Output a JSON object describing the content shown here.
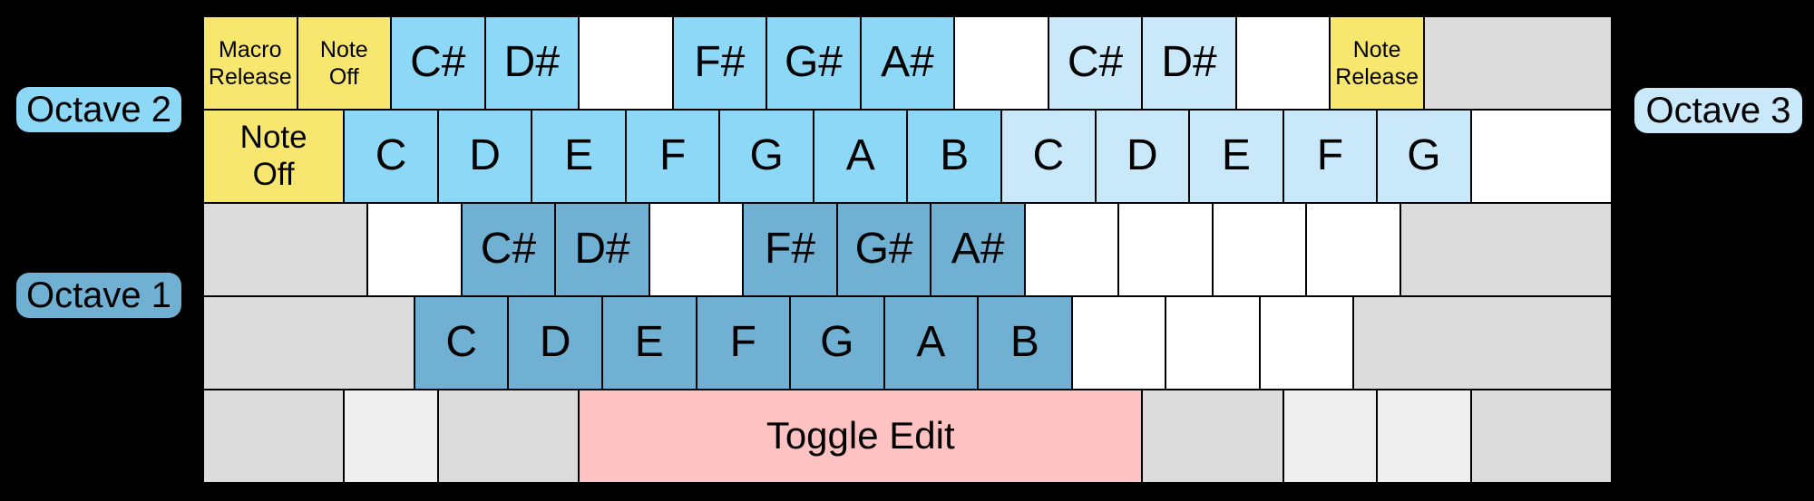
{
  "legend": {
    "octave1": "Octave 1",
    "octave2": "Octave 2",
    "octave3": "Octave 3"
  },
  "colors": {
    "background": "#000000",
    "yellow": "#F8E76E",
    "octave1_blue": "#6FB0D3",
    "octave2_blue": "#8DD7F7",
    "octave3_blue": "#C9E8FA",
    "pink": "#FFC2C3",
    "gray": "#DCDCDC",
    "light_gray": "#EFEFEF",
    "white": "#FFFFFF"
  },
  "keyboard": {
    "rows": [
      {
        "name": "number-row",
        "keys": [
          {
            "name": "key-macro-release",
            "label": "Macro\nRelease",
            "color": "yellow",
            "w": 1,
            "size": "xs"
          },
          {
            "name": "key-note-off-num",
            "label": "Note\nOff",
            "color": "yellow",
            "w": 1,
            "size": "xs"
          },
          {
            "name": "key-note-csharp-oct2",
            "label": "C#",
            "color": "octave2_blue",
            "w": 1
          },
          {
            "name": "key-note-dsharp-oct2",
            "label": "D#",
            "color": "octave2_blue",
            "w": 1
          },
          {
            "name": "key-unmapped",
            "label": "",
            "color": "white",
            "w": 1
          },
          {
            "name": "key-note-fsharp-oct2",
            "label": "F#",
            "color": "octave2_blue",
            "w": 1
          },
          {
            "name": "key-note-gsharp-oct2",
            "label": "G#",
            "color": "octave2_blue",
            "w": 1
          },
          {
            "name": "key-note-asharp-oct2",
            "label": "A#",
            "color": "octave2_blue",
            "w": 1
          },
          {
            "name": "key-unmapped",
            "label": "",
            "color": "white",
            "w": 1
          },
          {
            "name": "key-note-csharp-oct3",
            "label": "C#",
            "color": "octave3_blue",
            "w": 1
          },
          {
            "name": "key-note-dsharp-oct3",
            "label": "D#",
            "color": "octave3_blue",
            "w": 1
          },
          {
            "name": "key-unmapped",
            "label": "",
            "color": "white",
            "w": 1
          },
          {
            "name": "key-note-release",
            "label": "Note\nRelease",
            "color": "yellow",
            "w": 1,
            "size": "xs"
          },
          {
            "name": "key-backspace-unmapped",
            "label": "",
            "color": "gray",
            "w": 2
          }
        ]
      },
      {
        "name": "qwerty-row",
        "keys": [
          {
            "name": "key-note-off-tab",
            "label": "Note\nOff",
            "color": "yellow",
            "w": 1.5,
            "size": "sm"
          },
          {
            "name": "key-note-c-oct2",
            "label": "C",
            "color": "octave2_blue",
            "w": 1
          },
          {
            "name": "key-note-d-oct2",
            "label": "D",
            "color": "octave2_blue",
            "w": 1
          },
          {
            "name": "key-note-e-oct2",
            "label": "E",
            "color": "octave2_blue",
            "w": 1
          },
          {
            "name": "key-note-f-oct2",
            "label": "F",
            "color": "octave2_blue",
            "w": 1
          },
          {
            "name": "key-note-g-oct2",
            "label": "G",
            "color": "octave2_blue",
            "w": 1
          },
          {
            "name": "key-note-a-oct2",
            "label": "A",
            "color": "octave2_blue",
            "w": 1
          },
          {
            "name": "key-note-b-oct2",
            "label": "B",
            "color": "octave2_blue",
            "w": 1
          },
          {
            "name": "key-note-c-oct3",
            "label": "C",
            "color": "octave3_blue",
            "w": 1
          },
          {
            "name": "key-note-d-oct3",
            "label": "D",
            "color": "octave3_blue",
            "w": 1
          },
          {
            "name": "key-note-e-oct3",
            "label": "E",
            "color": "octave3_blue",
            "w": 1
          },
          {
            "name": "key-note-f-oct3",
            "label": "F",
            "color": "octave3_blue",
            "w": 1
          },
          {
            "name": "key-note-g-oct3",
            "label": "G",
            "color": "octave3_blue",
            "w": 1
          },
          {
            "name": "key-unmapped",
            "label": "",
            "color": "white",
            "w": 1.5
          }
        ]
      },
      {
        "name": "home-row",
        "keys": [
          {
            "name": "key-capslock-unmapped",
            "label": "",
            "color": "gray",
            "w": 1.75
          },
          {
            "name": "key-unmapped",
            "label": "",
            "color": "white",
            "w": 1
          },
          {
            "name": "key-note-csharp-oct1",
            "label": "C#",
            "color": "octave1_blue",
            "w": 1
          },
          {
            "name": "key-note-dsharp-oct1",
            "label": "D#",
            "color": "octave1_blue",
            "w": 1
          },
          {
            "name": "key-unmapped",
            "label": "",
            "color": "white",
            "w": 1
          },
          {
            "name": "key-note-fsharp-oct1",
            "label": "F#",
            "color": "octave1_blue",
            "w": 1
          },
          {
            "name": "key-note-gsharp-oct1",
            "label": "G#",
            "color": "octave1_blue",
            "w": 1
          },
          {
            "name": "key-note-asharp-oct1",
            "label": "A#",
            "color": "octave1_blue",
            "w": 1
          },
          {
            "name": "key-unmapped",
            "label": "",
            "color": "white",
            "w": 1
          },
          {
            "name": "key-unmapped",
            "label": "",
            "color": "white",
            "w": 1
          },
          {
            "name": "key-unmapped",
            "label": "",
            "color": "white",
            "w": 1
          },
          {
            "name": "key-unmapped",
            "label": "",
            "color": "white",
            "w": 1
          },
          {
            "name": "key-enter-unmapped",
            "label": "",
            "color": "gray",
            "w": 2.25
          }
        ]
      },
      {
        "name": "zxcv-row",
        "keys": [
          {
            "name": "key-lshift-unmapped",
            "label": "",
            "color": "gray",
            "w": 2.25
          },
          {
            "name": "key-note-c-oct1",
            "label": "C",
            "color": "octave1_blue",
            "w": 1
          },
          {
            "name": "key-note-d-oct1",
            "label": "D",
            "color": "octave1_blue",
            "w": 1
          },
          {
            "name": "key-note-e-oct1",
            "label": "E",
            "color": "octave1_blue",
            "w": 1
          },
          {
            "name": "key-note-f-oct1",
            "label": "F",
            "color": "octave1_blue",
            "w": 1
          },
          {
            "name": "key-note-g-oct1",
            "label": "G",
            "color": "octave1_blue",
            "w": 1
          },
          {
            "name": "key-note-a-oct1",
            "label": "A",
            "color": "octave1_blue",
            "w": 1
          },
          {
            "name": "key-note-b-oct1",
            "label": "B",
            "color": "octave1_blue",
            "w": 1
          },
          {
            "name": "key-unmapped",
            "label": "",
            "color": "white",
            "w": 1
          },
          {
            "name": "key-unmapped",
            "label": "",
            "color": "white",
            "w": 1
          },
          {
            "name": "key-unmapped",
            "label": "",
            "color": "white",
            "w": 1
          },
          {
            "name": "key-rshift-unmapped",
            "label": "",
            "color": "gray",
            "w": 2.75
          }
        ]
      },
      {
        "name": "bottom-row",
        "keys": [
          {
            "name": "key-lctrl-unmapped",
            "label": "",
            "color": "gray",
            "w": 1.5
          },
          {
            "name": "key-lmeta-unmapped",
            "label": "",
            "color": "light_gray",
            "w": 1
          },
          {
            "name": "key-lalt-unmapped",
            "label": "",
            "color": "gray",
            "w": 1.5
          },
          {
            "name": "key-toggle-edit",
            "label": "Toggle Edit",
            "color": "pink",
            "w": 6,
            "size": "md"
          },
          {
            "name": "key-ralt-unmapped",
            "label": "",
            "color": "gray",
            "w": 1.5
          },
          {
            "name": "key-rmeta-unmapped",
            "label": "",
            "color": "light_gray",
            "w": 1
          },
          {
            "name": "key-menu-unmapped",
            "label": "",
            "color": "light_gray",
            "w": 1
          },
          {
            "name": "key-rctrl-unmapped",
            "label": "",
            "color": "gray",
            "w": 1.5
          }
        ]
      }
    ]
  }
}
